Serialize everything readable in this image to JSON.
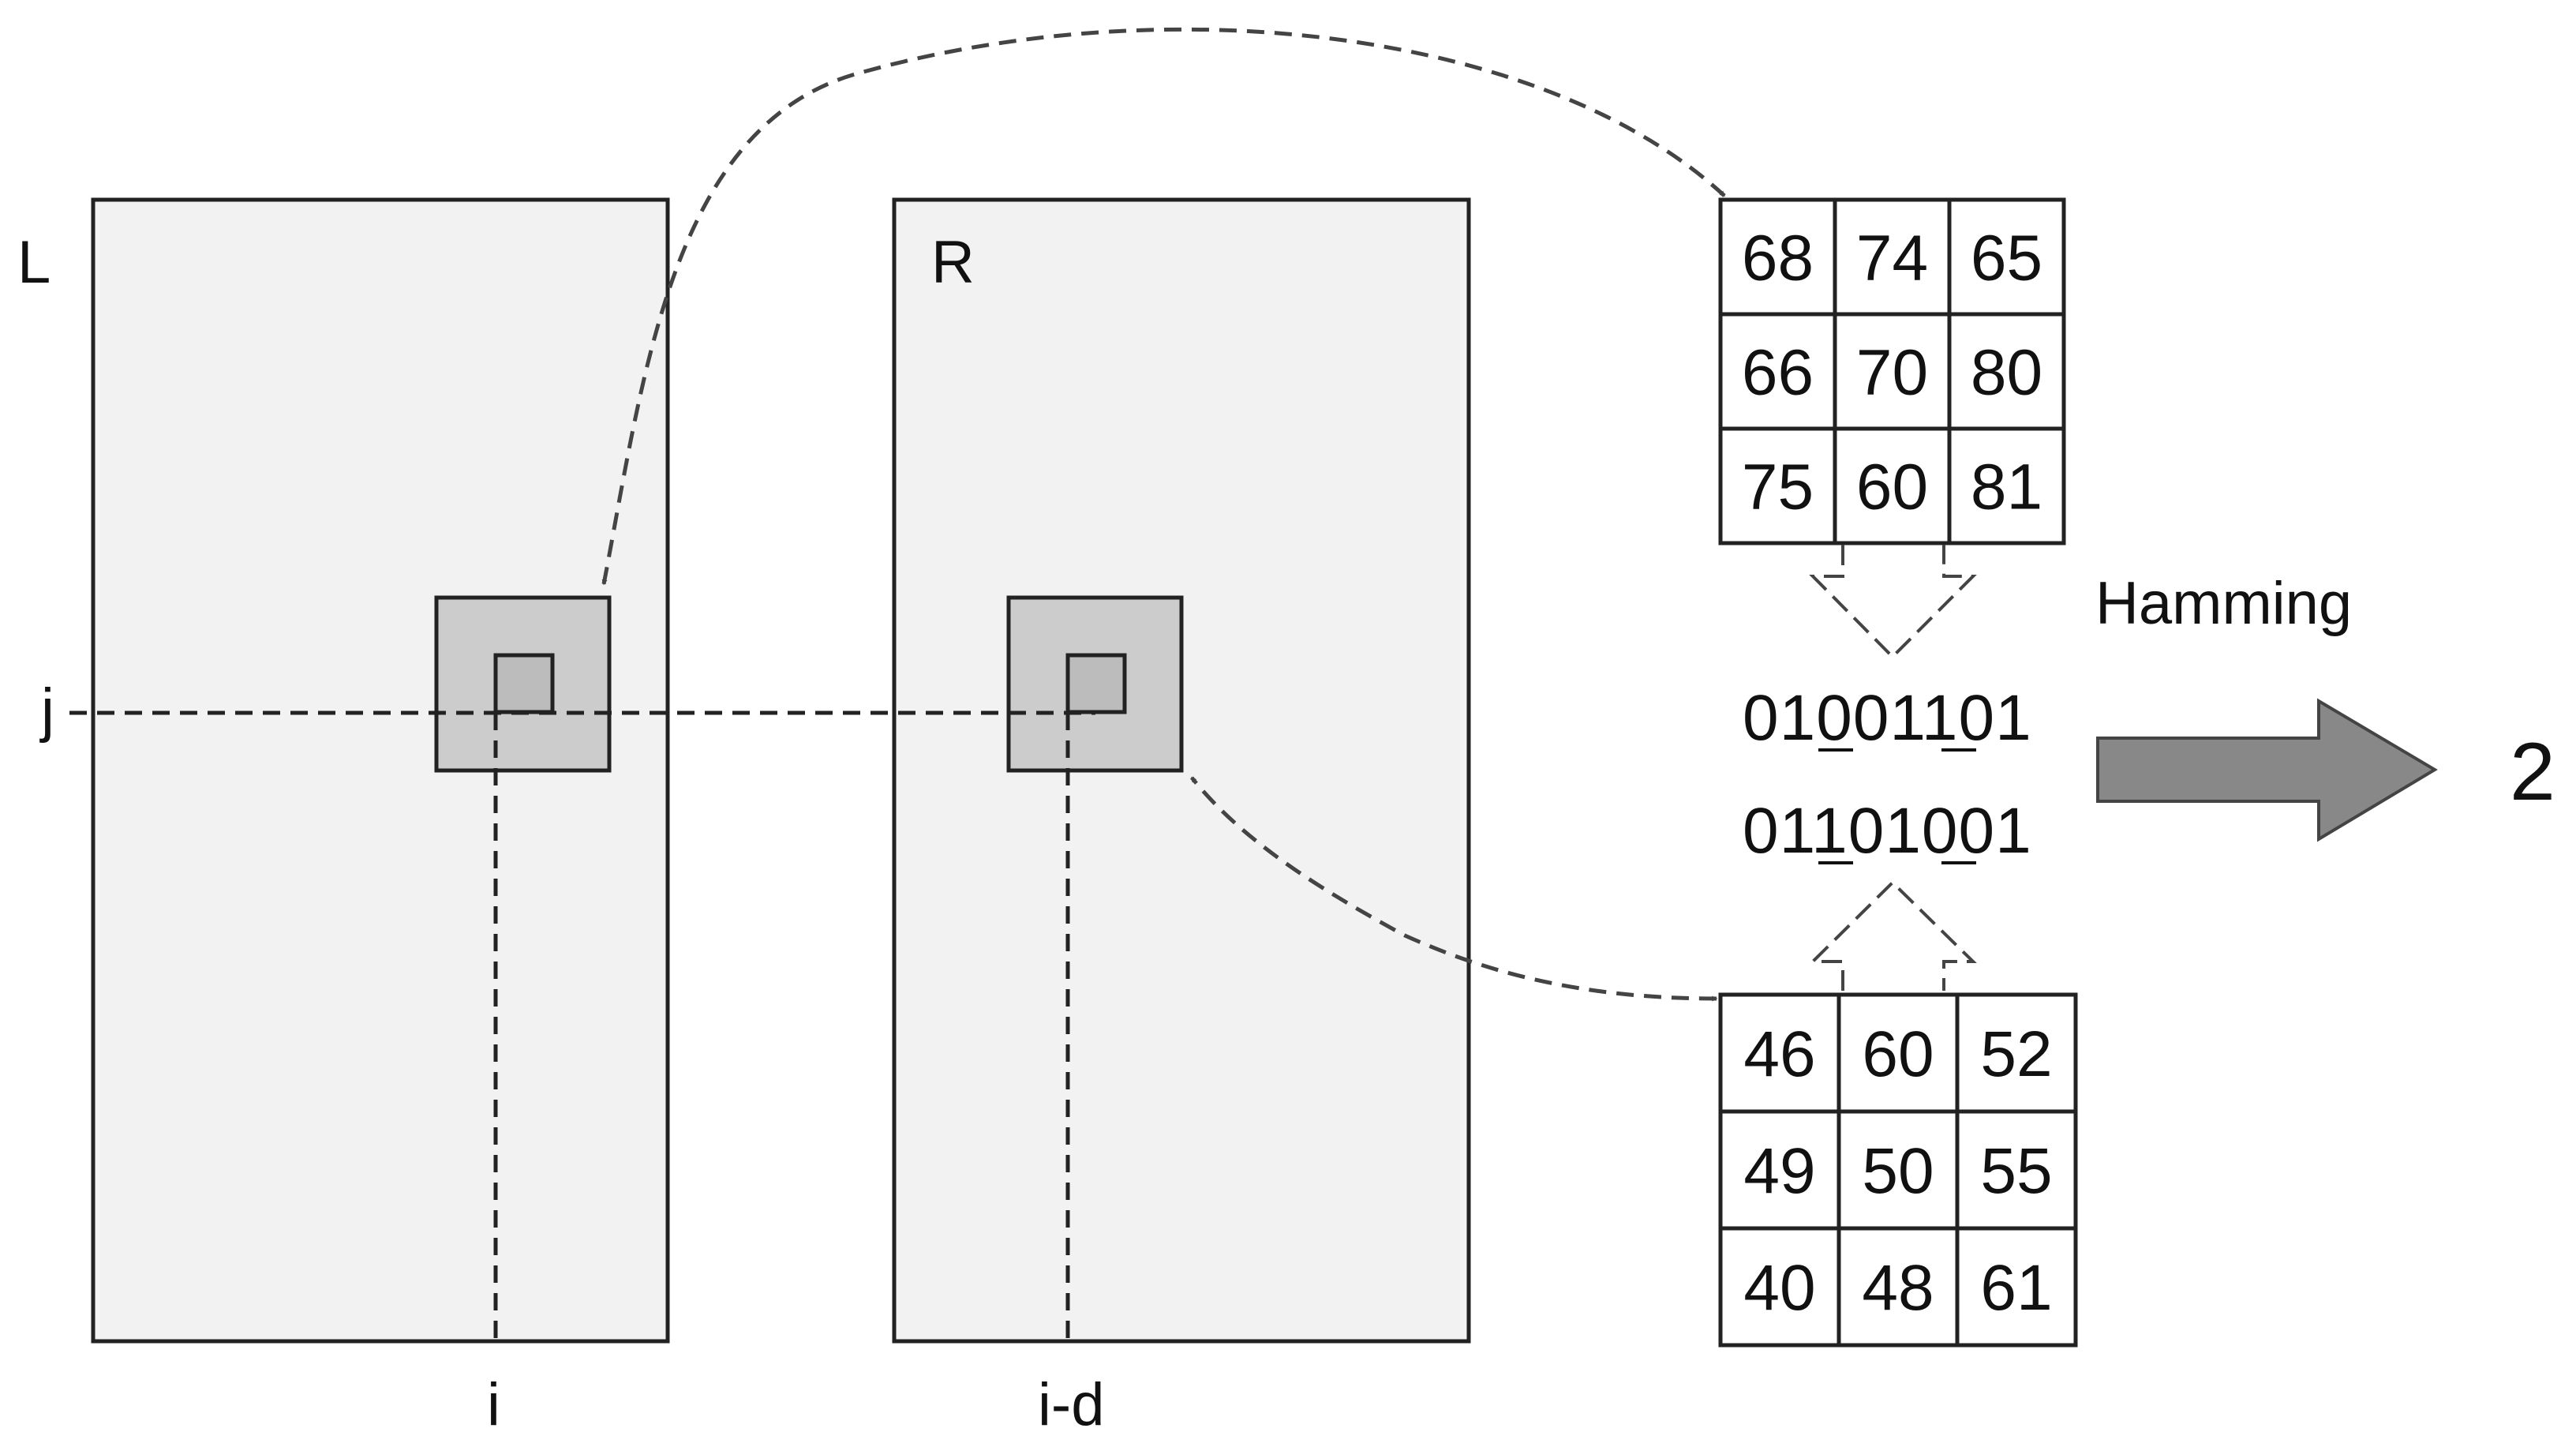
{
  "labels": {
    "left_image": "L",
    "right_image": "R",
    "row": "j",
    "col_left": "i",
    "col_right": "i-d",
    "operation": "Hamming",
    "result": "2"
  },
  "left_patch": [
    [
      "68",
      "74",
      "65"
    ],
    [
      "66",
      "70",
      "80"
    ],
    [
      "75",
      "60",
      "81"
    ]
  ],
  "right_patch": [
    [
      "46",
      "60",
      "52"
    ],
    [
      "49",
      "50",
      "55"
    ],
    [
      "40",
      "48",
      "61"
    ]
  ],
  "bits_left": "01001101",
  "bits_right": "01101001",
  "colors": {
    "image_fill": "#f2f2f2",
    "window_fill": "#cccccc",
    "center_fill": "#bcbcbc",
    "arrow_fill": "#888888",
    "line": "#222222"
  }
}
